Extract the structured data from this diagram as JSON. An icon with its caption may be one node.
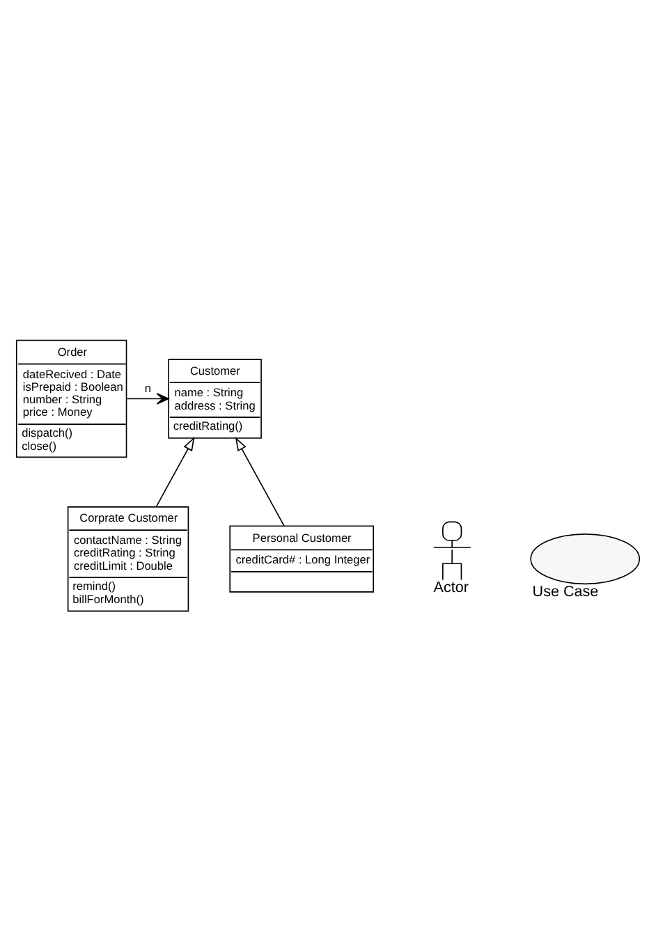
{
  "diagram": {
    "nodes": [
      {
        "text": [
          "Order",
          "dateRecived : Date",
          "isPrepaid : Boolean",
          "number : String",
          "price : Money",
          "dispatch()",
          "close()"
        ]
      },
      {
        "text": [
          "Customer",
          "name : String",
          "address : String",
          "creditRating()"
        ]
      },
      {
        "text": [
          "Corprate Customer",
          "contactName : String",
          "creditRating : String",
          "creditLimit : Double",
          "remind()",
          "billForMonth()"
        ]
      },
      {
        "text": [
          "Personal Customer",
          "creditCard# : Long Integer"
        ]
      },
      {
        "text": [],
        "shape": "person",
        "beside": [
          "Actor"
        ]
      },
      {
        "text": [],
        "shape": "ellipse",
        "beside": [
          "Use Case"
        ]
      }
    ],
    "edges": [
      {
        "from": 0,
        "to": 1,
        "arrow": "to",
        "label": "n"
      },
      {
        "from": 2,
        "to": 1,
        "arrow": "to"
      },
      {
        "from": 3,
        "to": 1,
        "arrow": "to"
      }
    ]
  }
}
